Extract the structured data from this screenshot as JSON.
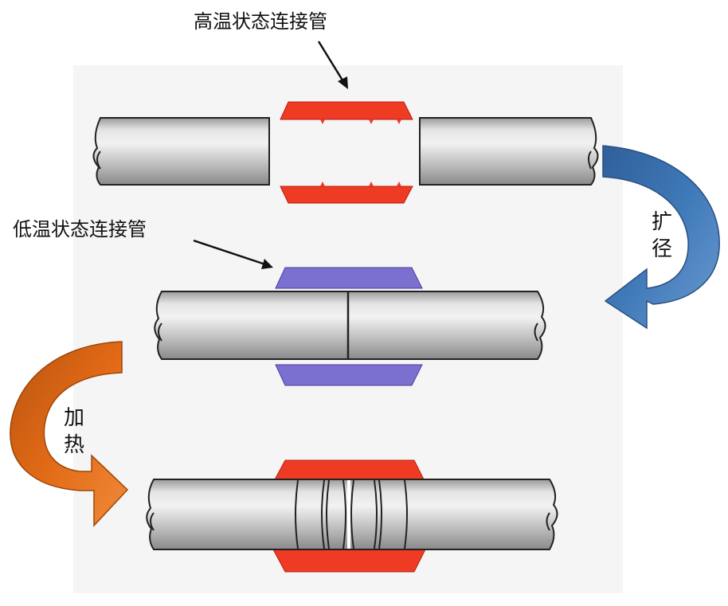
{
  "labels": {
    "hot_connector": "高温状态连接管",
    "cold_connector": "低温状态连接管",
    "expand": [
      "扩",
      "径"
    ],
    "heat": [
      "加",
      "热"
    ]
  },
  "colors": {
    "hot_sleeve": "#ef3a24",
    "cold_sleeve": "#7b6fd0",
    "pipe_light": "#e6e6e6",
    "pipe_mid": "#b9b9b9",
    "pipe_dark": "#8e8e8e",
    "expand_arrow": "#3f79b8",
    "heat_arrow": "#e26a16",
    "background_panel": "#f4f4f4"
  }
}
